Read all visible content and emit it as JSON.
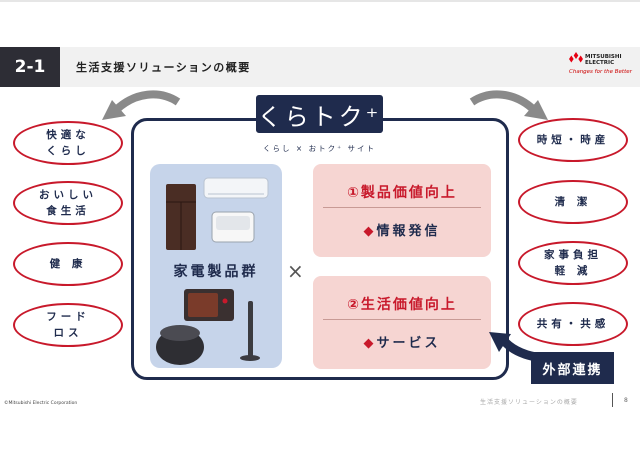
{
  "header": {
    "section_number": "2-1",
    "title": "生活支援ソリューションの概要",
    "brand_name": "MITSUBISHI\nELECTRIC",
    "brand_tagline": "Changes for the Better"
  },
  "center": {
    "brand_logo_text": "くらトク⁺",
    "brand_subtitle": "くらし × おトク⁺ サイト",
    "appliance_group_label": "家電製品群",
    "times_symbol": "×",
    "value_box_1": {
      "title": "①製品価値向上",
      "item_mark": "◆",
      "item": "情報発信"
    },
    "value_box_2": {
      "title": "②生活価値向上",
      "item_mark": "◆",
      "item": "サービス"
    },
    "external_link_label": "外部連携"
  },
  "left_items": [
    "快適な\nくらし",
    "おいしい\n食生活",
    "健 康",
    "フード\nロス"
  ],
  "right_items": [
    "時短・時産",
    "清 潔",
    "家事負担\n軽 減",
    "共有・共感"
  ],
  "footer": {
    "copyright": "©Mitsubishi Electric Corporation",
    "doc_title": "生活支援ソリューションの概要",
    "page_number": "8"
  },
  "colors": {
    "navy": "#1f2b4d",
    "red": "#c8192b",
    "pink": "#f6d5d2",
    "light_blue": "#c6d4ea"
  }
}
